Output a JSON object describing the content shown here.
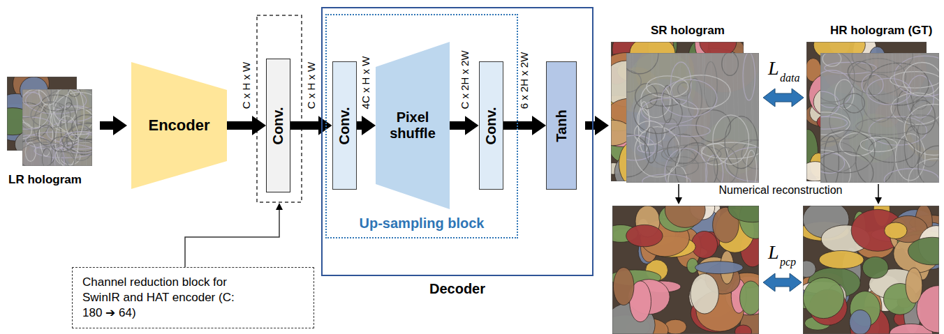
{
  "diagram": {
    "nodes": [
      {
        "text": [
          "Encoder"
        ]
      },
      {
        "text": [
          "Conv."
        ]
      },
      {
        "text": [
          "Decoder"
        ]
      },
      {
        "text": [
          "Up-sampling block"
        ],
        "in": 2
      },
      {
        "text": [
          "Conv."
        ],
        "in": 3
      },
      {
        "text": [
          "Pixel shuffle"
        ],
        "in": 3
      },
      {
        "text": [
          "Conv."
        ],
        "in": 3
      },
      {
        "text": [
          "Tanh"
        ],
        "in": 2
      },
      {
        "text": [
          "Channel reduction block for SwinIR and HAT encoder (C: 180 ➔ 64)"
        ]
      }
    ],
    "edges": [
      {
        "from": 0,
        "to": 1,
        "arrow": "to",
        "label": "C x H x W"
      },
      {
        "from": 1,
        "to": 4,
        "arrow": "to",
        "label": "C x H x W"
      },
      {
        "from": 4,
        "to": 5,
        "arrow": "to",
        "label": "4C x H x W"
      },
      {
        "from": 5,
        "to": 6,
        "arrow": "to",
        "label": "C x 2H x 2W"
      },
      {
        "from": 6,
        "to": 7,
        "arrow": "to",
        "label": "6 x 2H x 2W"
      }
    ],
    "labels": [
      "LR hologram",
      "SR hologram",
      "HR hologram (GT)",
      "L",
      "data",
      "Numerical reconstruction",
      "L",
      "pcp"
    ]
  }
}
